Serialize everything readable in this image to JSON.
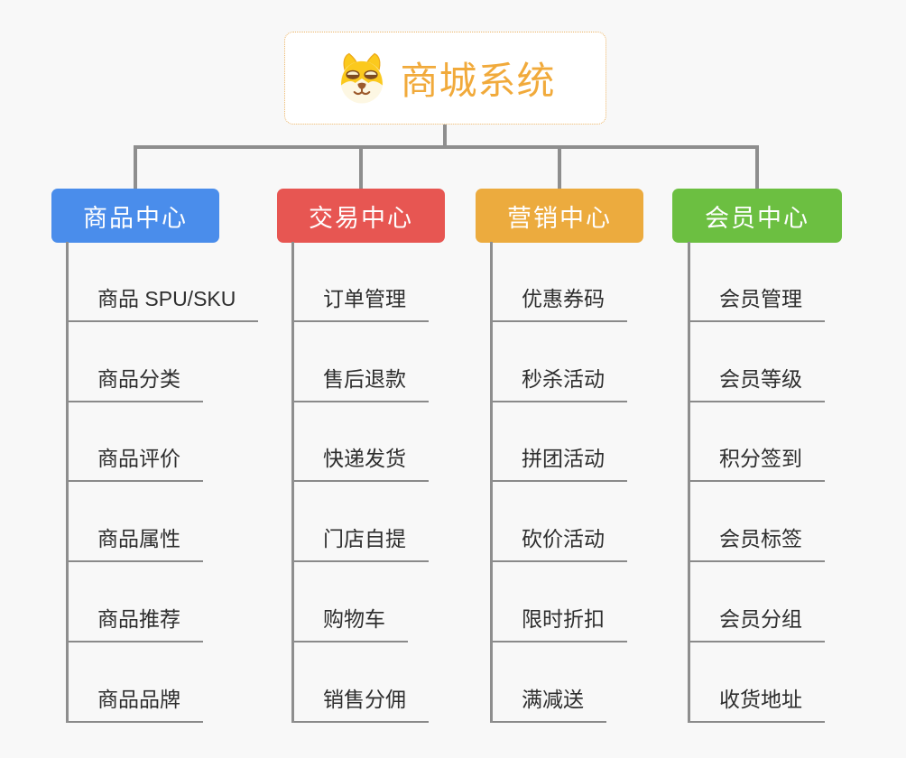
{
  "root": {
    "title": "商城系统",
    "icon": "dog-face-icon",
    "title_color": "#f1aa3b",
    "border_color": "#ecb567"
  },
  "connector_color": "#8e8e8e",
  "branches": [
    {
      "label": "商品中心",
      "color": "#4a8deb",
      "children": [
        "商品 SPU/SKU",
        "商品分类",
        "商品评价",
        "商品属性",
        "商品推荐",
        "商品品牌"
      ]
    },
    {
      "label": "交易中心",
      "color": "#e75652",
      "children": [
        "订单管理",
        "售后退款",
        "快递发货",
        "门店自提",
        "购物车",
        "销售分佣"
      ]
    },
    {
      "label": "营销中心",
      "color": "#ecab3e",
      "children": [
        "优惠券码",
        "秒杀活动",
        "拼团活动",
        "砍价活动",
        "限时折扣",
        "满减送"
      ]
    },
    {
      "label": "会员中心",
      "color": "#6cbf41",
      "children": [
        "会员管理",
        "会员等级",
        "积分签到",
        "会员标签",
        "会员分组",
        "收货地址"
      ]
    }
  ]
}
